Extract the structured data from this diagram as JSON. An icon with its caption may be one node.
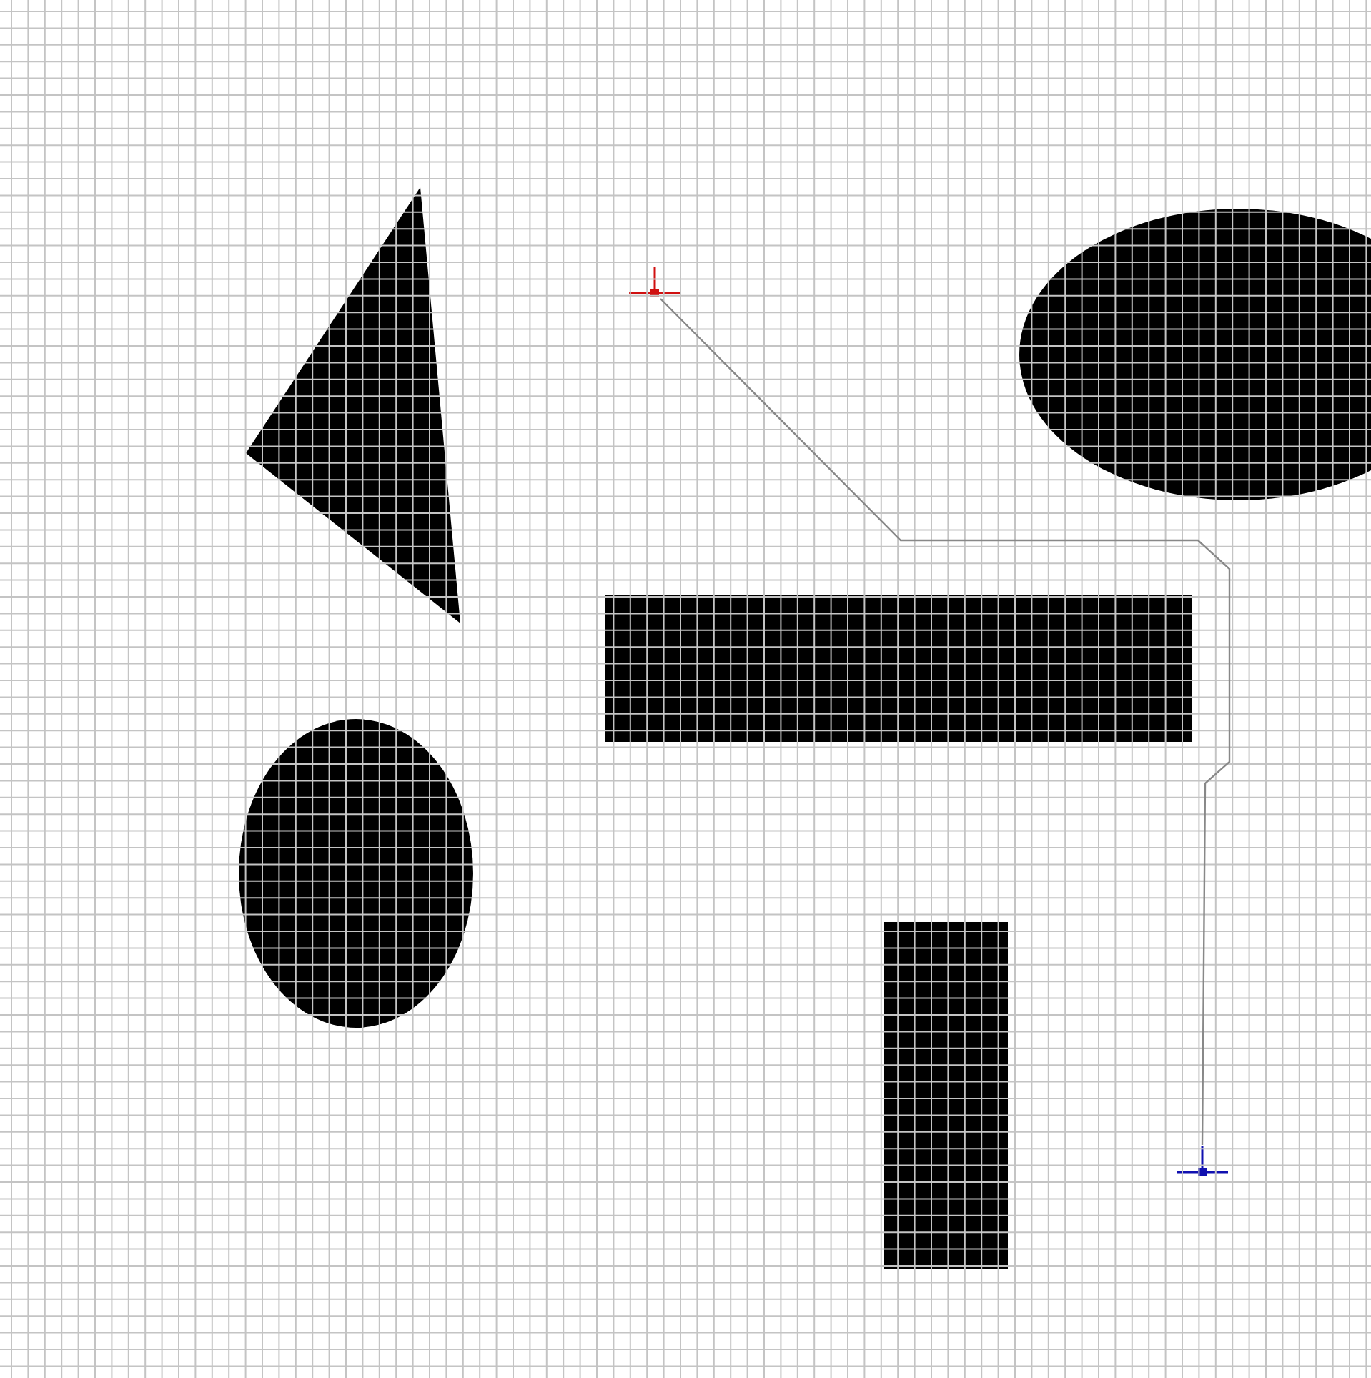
{
  "diagram": {
    "nodes": [
      {
        "text": [],
        "shape": "triangle"
      },
      {
        "text": [],
        "shape": "ellipse"
      },
      {
        "text": [],
        "shape": "marker"
      },
      {
        "text": [],
        "shape": "box"
      },
      {
        "text": [],
        "shape": "ellipse"
      },
      {
        "text": [],
        "shape": "box"
      },
      {
        "text": [],
        "shape": "marker"
      }
    ],
    "edges": [
      {
        "from": 2,
        "to": 6,
        "arrow": "none"
      }
    ]
  }
}
